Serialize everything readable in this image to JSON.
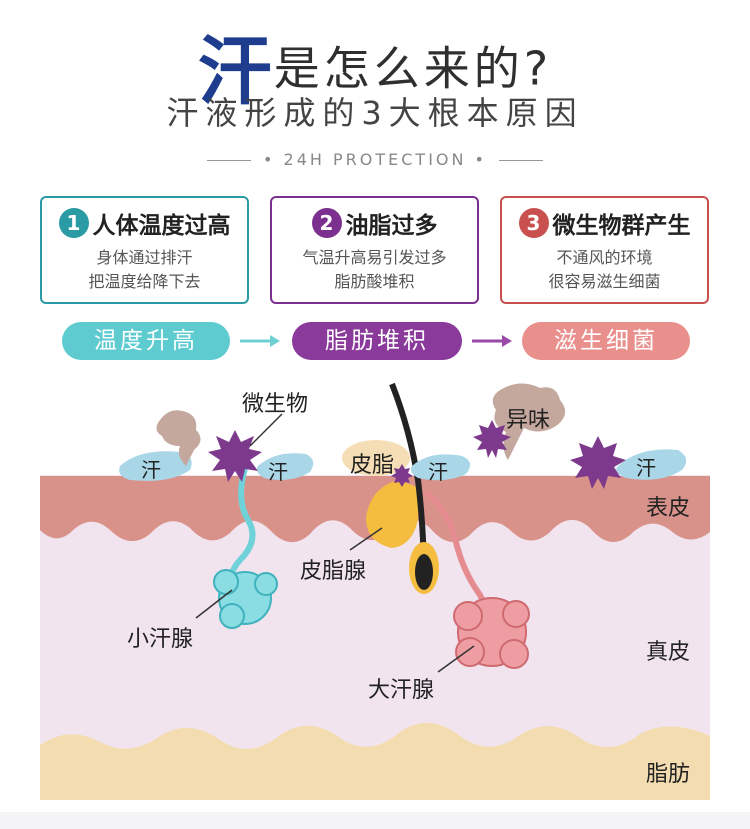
{
  "title": {
    "highlight": "汗",
    "rest": "是怎么来的?"
  },
  "subtitle": "汗液形成的3大根本原因",
  "tagline": "• 24H PROTECTION •",
  "causes": [
    {
      "number": "1",
      "title": "人体温度过高",
      "lines": [
        "身体通过排汗",
        "把温度给降下去"
      ],
      "color": "#2a9ba5"
    },
    {
      "number": "2",
      "title": "油脂过多",
      "lines": [
        "气温升高易引发过多",
        "脂肪酸堆积"
      ],
      "color": "#7b2f8e"
    },
    {
      "number": "3",
      "title": "微生物群产生",
      "lines": [
        "不通风的环境",
        "很容易滋生细菌"
      ],
      "color": "#c8514f"
    }
  ],
  "flow": [
    "温度升高",
    "脂肪堆积",
    "滋生细菌"
  ],
  "flow_colors": [
    "#5ecbd0",
    "#8a3a9a",
    "#e98f8c"
  ],
  "diagram": {
    "sweat_drop": "汗",
    "microbe": "微生物",
    "odor": "异味",
    "sebum": "皮脂",
    "sebaceous_gland": "皮脂腺",
    "small_sweat_gland": "小汗腺",
    "large_sweat_gland": "大汗腺",
    "layers": {
      "epidermis": "表皮",
      "dermis": "真皮",
      "fat": "脂肪"
    }
  }
}
